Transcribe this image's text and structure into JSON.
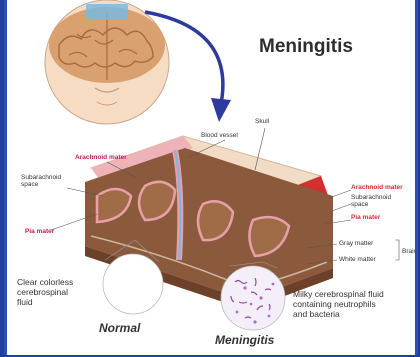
{
  "title": "Meningitis",
  "labels": {
    "skull": "Skull",
    "blood_vessel": "Blood vessel",
    "arachnoid_left": "Arachnoid mater",
    "subarachnoid_left": "Subarachnoid\nspace",
    "pia_left": "Pia mater",
    "arachnoid_right": "Arachnoid mater",
    "subarachnoid_right": "Subarachnoid\nspace",
    "pia_right": "Pia mater",
    "gray_matter": "Gray matter",
    "white_matter": "White matter",
    "brain": "Brain"
  },
  "normal": {
    "description": "Clear colorless\ncerebrospinal\nfluid",
    "caption": "Normal"
  },
  "meningitis": {
    "description": "Milky cerebrospinal fluid\ncontaining neutrophils\nand bacteria",
    "caption": "Meningitis"
  },
  "colors": {
    "background": "#1d3f9e",
    "arrow": "#2b3a9c",
    "brain_tissue": "#8b5a3c",
    "skull": "#f3dcc6",
    "inflamed_layer": "#d32f2f",
    "pia": "#e8a0a8"
  }
}
